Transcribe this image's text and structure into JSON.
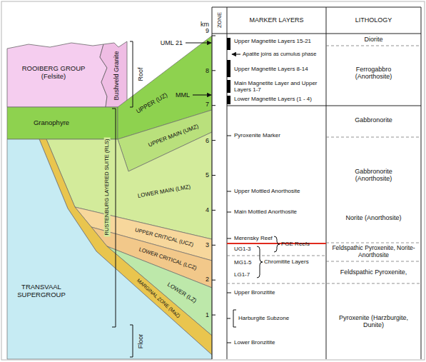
{
  "diagram": {
    "nodes": [
      {
        "text": [
          "ROOIBERG GROUP (Felsite)"
        ]
      },
      {
        "text": [
          "Bushveld Granite"
        ]
      },
      {
        "text": [
          "Granophyre"
        ]
      },
      {
        "text": [
          "UPPER (UZ)"
        ]
      },
      {
        "text": [
          "UPPER MAIN (UMZ)"
        ]
      },
      {
        "text": [
          "LOWER MAIN (LMZ)"
        ]
      },
      {
        "text": [
          "UPPER CRITICAL (UCZ)"
        ]
      },
      {
        "text": [
          "LOWER CRITICAL (LCZ)"
        ]
      },
      {
        "text": [
          "LOWER (LZ)"
        ]
      },
      {
        "text": [
          "MARGINAL ZONE (MaZ)"
        ]
      },
      {
        "text": [
          "TRANSVAAL SUPERGROUP"
        ]
      }
    ],
    "labels": [
      "km",
      "9",
      "8",
      "7",
      "6",
      "5",
      "4",
      "3",
      "2",
      "1",
      "ZONE",
      "MARKER LAYERS",
      "LITHOLOGY",
      "UML 21",
      "MML",
      "Roof",
      "Floor",
      "RUSTENBURG LAYERED SUITE (RLS)",
      "Upper Magnetite Layers 15-21",
      "Apatite joins as cumulus phase",
      "Upper Magnetite Layers 8-14",
      "Main Magnetite Layer and Upper Layers 1-7",
      "Lower Magnetite Layers (1 - 4)",
      "Pyroxenite Marker",
      "Upper Mottled Anorthosite",
      "Main Mottled Anorthosite",
      "Merensky Reef",
      "UG1-3",
      "MG1-5",
      "LG1-7",
      "Upper Bronzitite",
      "Harburgite Subzone",
      "Lower Bronzitite",
      "PGE Reefs",
      "Chromitite Layers",
      "Diorite",
      "Ferrogabbro (Anorthosite)",
      "Gabbronorite",
      "Gabbronorite (Anorthosite)",
      "Norite (Anorthosite)",
      "Feldspathic Pyroxenite, Norite-Anorthosite",
      "Feldspathic Pyroxenite,",
      "Pyroxenite (Harzburgite, Dunite)"
    ]
  }
}
